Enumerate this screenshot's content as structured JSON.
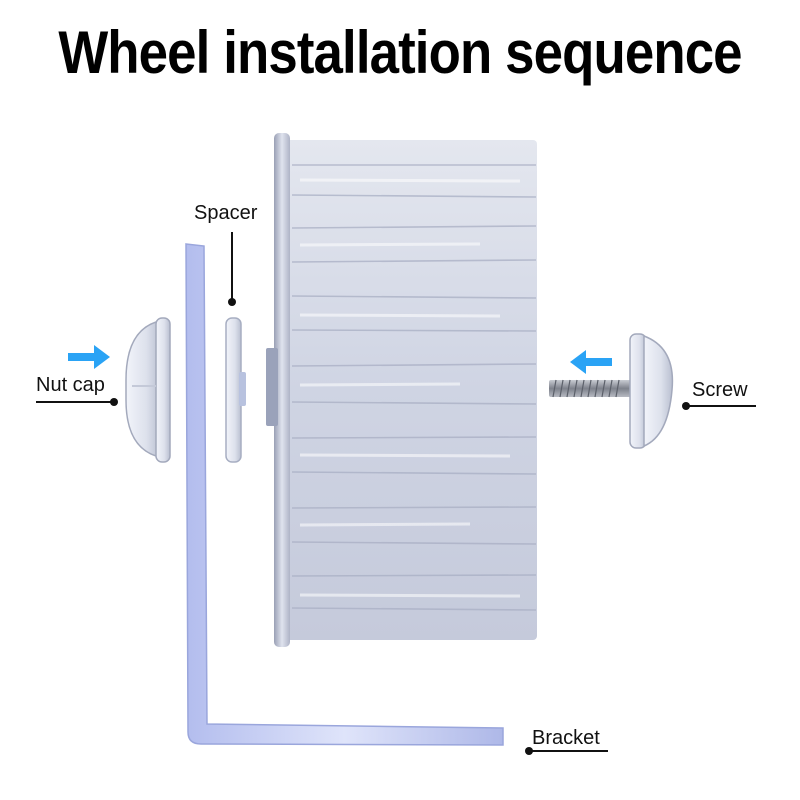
{
  "title": "Wheel installation sequence",
  "labels": {
    "spacer": "Spacer",
    "nut_cap": "Nut cap",
    "screw": "Screw",
    "bracket": "Bracket"
  },
  "colors": {
    "arrow": "#2aa3f5",
    "bracket": "#bcc6ef",
    "wheel": "#d6dbe8"
  }
}
